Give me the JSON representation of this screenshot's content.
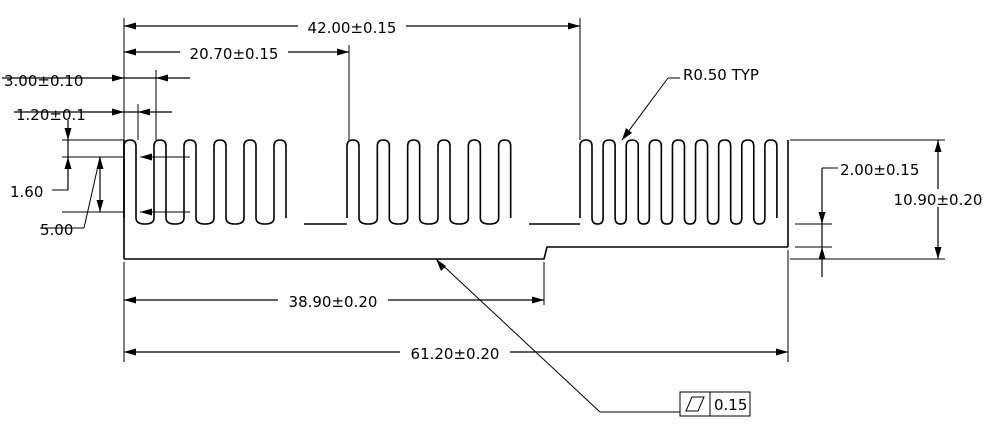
{
  "drawing": {
    "dimensions": {
      "overall_fin_span": "42.00±0.15",
      "fin_group_offset": "20.70±0.15",
      "fin_pitch": "3.00±0.10",
      "fin_thickness": "1.20±0.1",
      "fin_tip_offset": "1.60",
      "fin_depth": "5.00",
      "fillet_radius": "R0.50 TYP",
      "base_thickness": "2.00±0.15",
      "overall_height": "10.90±0.20",
      "step_position": "38.90±0.20",
      "overall_width": "61.20±0.20"
    },
    "flatness_callout": {
      "symbol": "parallelogram-flatness-icon",
      "tolerance": "0.15"
    }
  }
}
